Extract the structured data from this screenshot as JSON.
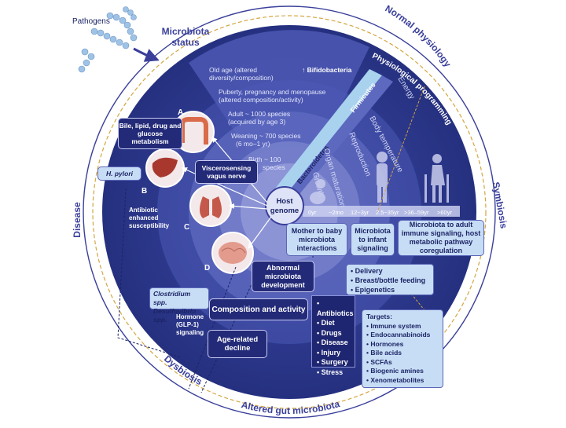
{
  "labels": {
    "pathogens": "Pathogens",
    "microbiota_status": [
      "Microbiota",
      "status"
    ],
    "normal_physiology": "Normal physiology",
    "symbiosis": "Symbiosis",
    "disease": "Disease",
    "dysbiosis": "Dysbiosis",
    "altered_gut_microbiota": "Altered gut microbiota",
    "physiological_programming": "Physiological programming",
    "energy": "Energy",
    "body_temperature": "Body temperature",
    "reproduction": "Reproduction",
    "organ_maturation": "Organ maturation",
    "growth": "Growth",
    "firmicutes": "Firmicutes",
    "bacteroidetes": "Bacteroidetes",
    "bifidobacteria": "Bifidobacteria",
    "host_genome": [
      "Host",
      "genome"
    ],
    "organ_a": "A",
    "organ_b": "B",
    "organ_c": "C",
    "organ_d": "D",
    "h_pylori": "H. pylori",
    "antibiotic_susceptibility": [
      "Antibiotic",
      "enhanced",
      "susceptibility"
    ],
    "hormone_signaling": [
      "Hormone",
      "(GLP-1)",
      "signaling"
    ]
  },
  "life_stages": [
    [
      "Old age (altered",
      "diversity/composition)"
    ],
    [
      "Puberty, pregnancy and menopause",
      "(altered composition/activity)"
    ],
    [
      "Adult ~ 1000 species",
      "(acquired by age 3)"
    ],
    [
      "Weaning ~ 700 species",
      "(6 mo–1 yr)"
    ],
    [
      "Birth ~ 100",
      "species"
    ]
  ],
  "ages": [
    "0yr",
    "~2mo",
    "12~3yr",
    "2.5~35yr",
    ">36–59yr",
    ">60yr"
  ],
  "boxes": {
    "bile": "Bile, lipid, drug and glucose metabolism",
    "vagus": "Viscerosensing vagus nerve",
    "abnormal": "Abnormal microbiota development",
    "composition": "Composition and activity",
    "decline": "Age-related decline",
    "clostridium": "Clostridium spp.",
    "desulfovibrio": "Desulfovibrio spp.",
    "mother_baby": "Mother to baby microbiota interactions",
    "infant": "Microbiota to infant signaling",
    "adult": "Microbiota to adult immune signaling, host metabolic pathway coregulation"
  },
  "factors": [
    "Antibiotics",
    "Diet",
    "Drugs",
    "Disease",
    "Injury",
    "Surgery",
    "Stress"
  ],
  "early_factors": [
    "Delivery",
    "Breast/bottle feeding",
    "Epigenetics"
  ],
  "targets_title": "Targets:",
  "targets": [
    "Immune system",
    "Endocannabinoids",
    "Hormones",
    "Bile acids",
    "SCFAs",
    "Biogenic amines",
    "Xenometabolites"
  ],
  "colors": {
    "outer_disc": "#2e3a96",
    "ring_mid": "#5b67c0",
    "ring_inner": "#7d88d2",
    "ring_core": "#a3aae2",
    "dark_box": "#232a78",
    "light_box": "#c7ddf5",
    "arc_label": "#3a3f9a",
    "arc_gold": "#d4a640",
    "bacteroidetes_band": "#a9d2ef",
    "firmicutes_band": "#6b76c8"
  },
  "icons": [
    "pathogens-icon",
    "colon-icon",
    "liver-icon",
    "lungs-icon",
    "brain-icon",
    "baby-icon",
    "adult-icon",
    "elderly-icon"
  ]
}
